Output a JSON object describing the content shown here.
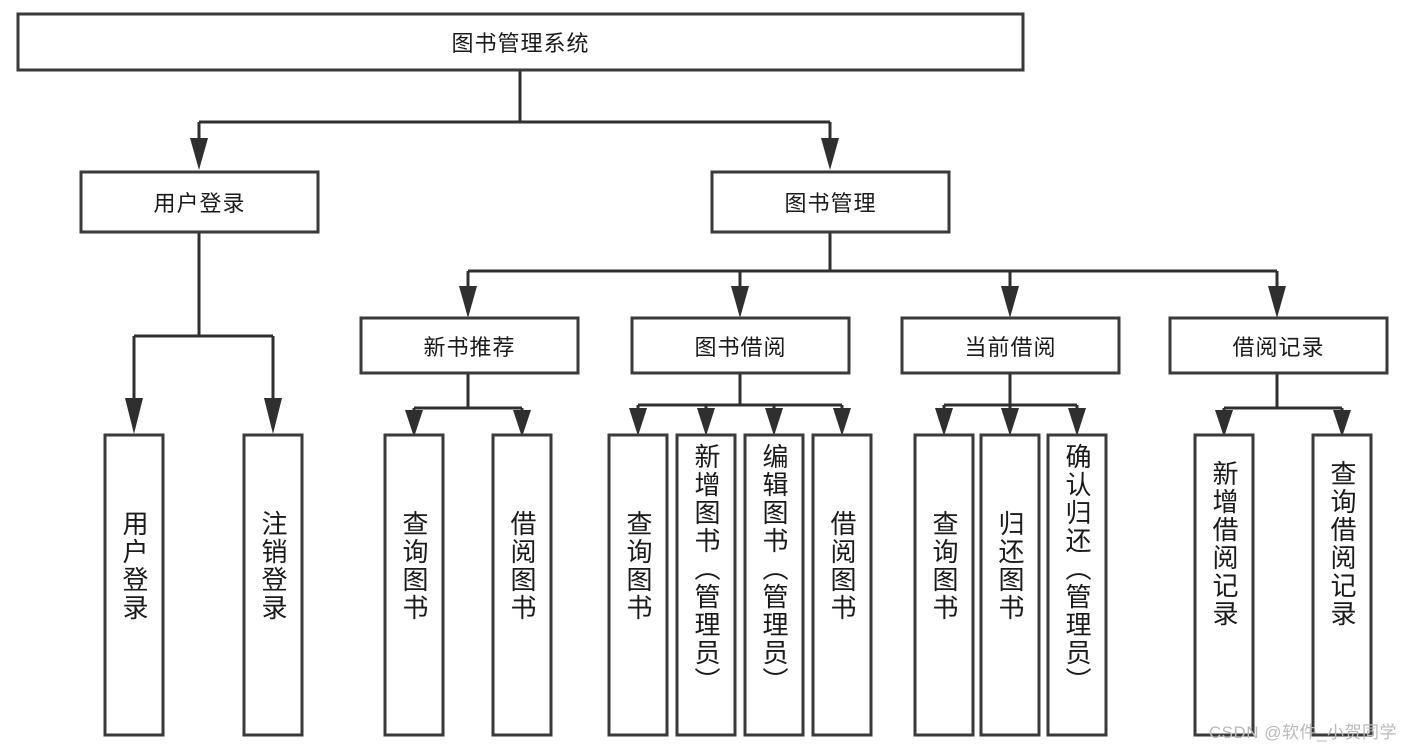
{
  "diagram": {
    "type": "tree-hierarchy-chart",
    "title": "图书管理系统",
    "watermark": "CSDN @软件_小贺同学",
    "root": {
      "id": "root",
      "label": "图书管理系统"
    },
    "level2": [
      {
        "id": "user-login",
        "label": "用户登录"
      },
      {
        "id": "book-manage",
        "label": "图书管理"
      }
    ],
    "level3": [
      {
        "id": "new-book-recommend",
        "label": "新书推荐",
        "parent": "book-manage"
      },
      {
        "id": "book-borrow",
        "label": "图书借阅",
        "parent": "book-manage"
      },
      {
        "id": "current-borrow",
        "label": "当前借阅",
        "parent": "book-manage"
      },
      {
        "id": "borrow-record",
        "label": "借阅记录",
        "parent": "book-manage"
      }
    ],
    "leaves": [
      {
        "id": "leaf-user-login",
        "label": "用户登录",
        "parent": "user-login"
      },
      {
        "id": "leaf-user-logout",
        "label": "注销登录",
        "parent": "user-login"
      },
      {
        "id": "leaf-query-book-1",
        "label": "查询图书",
        "parent": "new-book-recommend"
      },
      {
        "id": "leaf-borrow-book-1",
        "label": "借阅图书",
        "parent": "new-book-recommend"
      },
      {
        "id": "leaf-query-book-2",
        "label": "查询图书",
        "parent": "book-borrow"
      },
      {
        "id": "leaf-add-book",
        "label": "新增图书（管理员）",
        "parent": "book-borrow"
      },
      {
        "id": "leaf-edit-book",
        "label": "编辑图书（管理员）",
        "parent": "book-borrow"
      },
      {
        "id": "leaf-borrow-book-2",
        "label": "借阅图书",
        "parent": "book-borrow"
      },
      {
        "id": "leaf-query-book-3",
        "label": "查询图书",
        "parent": "current-borrow"
      },
      {
        "id": "leaf-return-book",
        "label": "归还图书",
        "parent": "current-borrow"
      },
      {
        "id": "leaf-confirm-return",
        "label": "确认归还（管理员）",
        "parent": "current-borrow"
      },
      {
        "id": "leaf-add-record",
        "label": "新增借阅记录",
        "parent": "borrow-record"
      },
      {
        "id": "leaf-query-record",
        "label": "查询借阅记录",
        "parent": "borrow-record"
      }
    ],
    "colors": {
      "box_stroke": "#3a3a3a",
      "box_fill": "#ffffff",
      "connector": "#2f2f2f",
      "text": "#1a1a1a",
      "watermark": "#b9b9b9",
      "background": "#ffffff"
    }
  }
}
